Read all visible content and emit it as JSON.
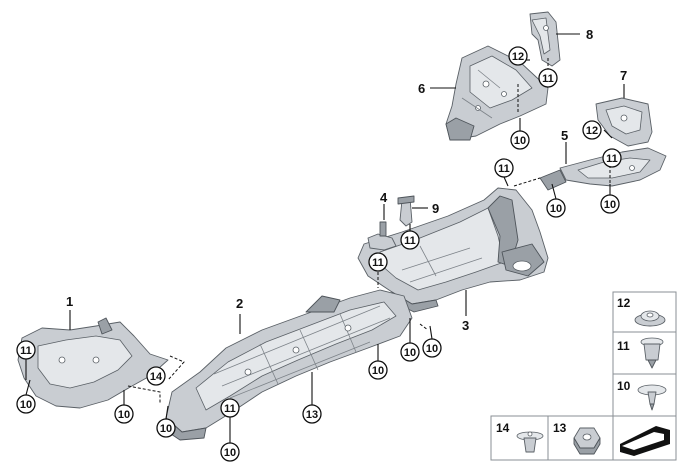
{
  "diagram": {
    "part_numbers": {
      "p1": "1",
      "p2": "2",
      "p3": "3",
      "p4": "4",
      "p5": "5",
      "p6": "6",
      "p7": "7",
      "p8": "8",
      "p9": "9"
    },
    "callouts": {
      "c01": "12",
      "c02": "11",
      "c03": "10",
      "c04": "12",
      "c05": "11",
      "c06": "11",
      "c07": "10",
      "c08": "10",
      "c09": "11",
      "c10": "11",
      "c11": "10",
      "c12": "10",
      "c13": "11",
      "c14": "14",
      "c15": "10",
      "c16": "10",
      "c17": "11",
      "c18": "10",
      "c19": "13",
      "c20": "10",
      "c21": "10"
    },
    "legend": {
      "item12": "12",
      "item11": "11",
      "item10": "10",
      "item14": "14",
      "item13": "13"
    }
  }
}
